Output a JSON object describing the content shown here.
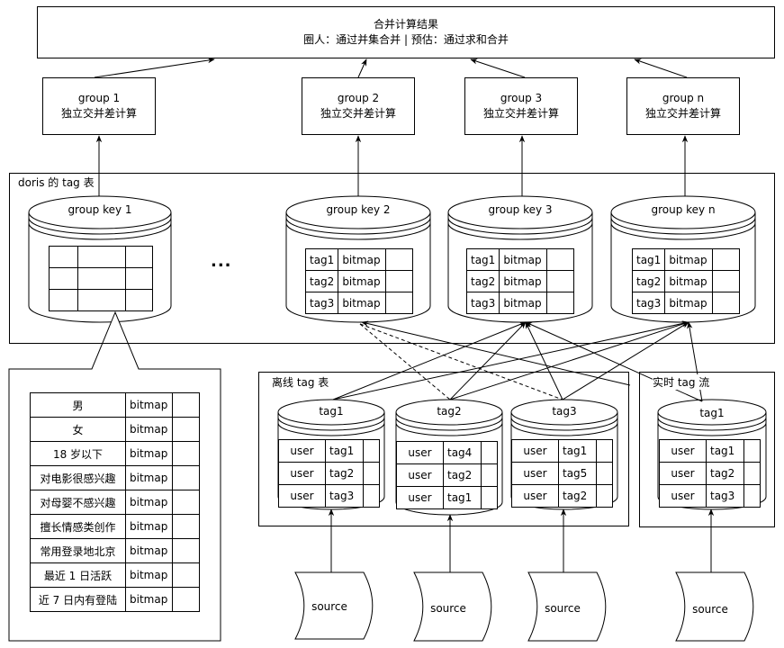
{
  "result": {
    "title": "合并计算结果",
    "subtitle": "圈人：通过并集合并 | 预估：通过求和合并"
  },
  "groups": [
    {
      "name": "group 1",
      "desc": "独立交并差计算"
    },
    {
      "name": "group 2",
      "desc": "独立交并差计算"
    },
    {
      "name": "group 3",
      "desc": "独立交并差计算"
    },
    {
      "name": "group n",
      "desc": "独立交并差计算"
    }
  ],
  "doris": {
    "label": "doris 的 tag 表",
    "ellipsis": "...",
    "keys": [
      "group key 1",
      "group key 2",
      "group key 3",
      "group key n"
    ],
    "key_rows": [
      {
        "tag": "tag1",
        "type": "bitmap"
      },
      {
        "tag": "tag2",
        "type": "bitmap"
      },
      {
        "tag": "tag3",
        "type": "bitmap"
      }
    ]
  },
  "callout": {
    "rows": [
      {
        "tag": "男",
        "type": "bitmap"
      },
      {
        "tag": "女",
        "type": "bitmap"
      },
      {
        "tag": "18 岁以下",
        "type": "bitmap"
      },
      {
        "tag": "对电影很感兴趣",
        "type": "bitmap"
      },
      {
        "tag": "对母婴不感兴趣",
        "type": "bitmap"
      },
      {
        "tag": "擅长情感类创作",
        "type": "bitmap"
      },
      {
        "tag": "常用登录地北京",
        "type": "bitmap"
      },
      {
        "tag": "最近 1 日活跃",
        "type": "bitmap"
      },
      {
        "tag": "近 7 日内有登陆",
        "type": "bitmap"
      }
    ]
  },
  "offline": {
    "label": "离线 tag 表",
    "tables": [
      {
        "name": "tag1",
        "rows": [
          [
            "user",
            "tag1"
          ],
          [
            "user",
            "tag2"
          ],
          [
            "user",
            "tag3"
          ]
        ]
      },
      {
        "name": "tag2",
        "rows": [
          [
            "user",
            "tag4"
          ],
          [
            "user",
            "tag2"
          ],
          [
            "user",
            "tag1"
          ]
        ]
      },
      {
        "name": "tag3",
        "rows": [
          [
            "user",
            "tag1"
          ],
          [
            "user",
            "tag5"
          ],
          [
            "user",
            "tag2"
          ]
        ]
      }
    ]
  },
  "realtime": {
    "label": "实时 tag 流",
    "table": {
      "name": "tag1",
      "rows": [
        [
          "user",
          "tag1"
        ],
        [
          "user",
          "tag2"
        ],
        [
          "user",
          "tag3"
        ]
      ]
    }
  },
  "sources": [
    "source",
    "source",
    "source",
    "source"
  ]
}
